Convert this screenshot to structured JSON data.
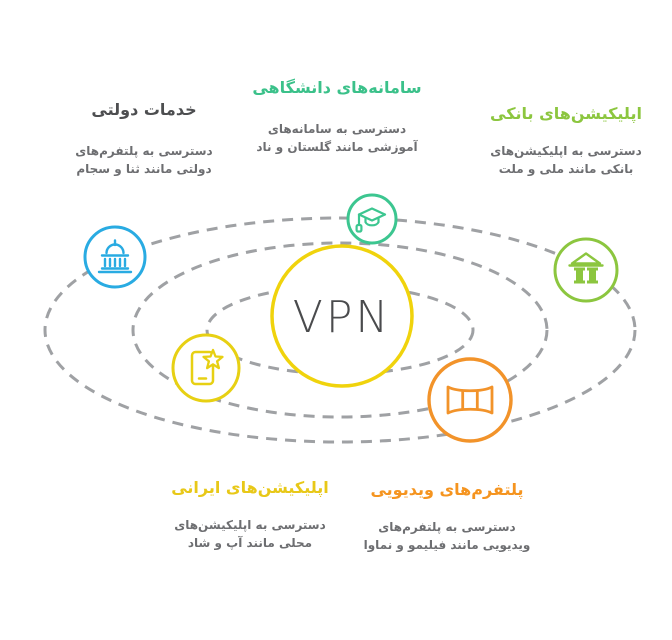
{
  "center": {
    "label": "VPN",
    "circle_color": "#F0D30C",
    "label_color": "#4A4B4D"
  },
  "orbits": {
    "color": "#9FA1A4",
    "style": "dashed"
  },
  "sections": {
    "gov": {
      "title": "خدمات دولتی",
      "line1": "دسترسی به پلتفرم‌های",
      "line2": "دولتی مانند ثنا و سجام",
      "color": "#4D4E50",
      "icon": "government-building-icon",
      "icon_color": "#29ABE2"
    },
    "uni": {
      "title": "سامانه‌های دانشگاهی",
      "line1": "دسترسی به سامانه‌های",
      "line2": "آموزشی مانند گلستان و ناد",
      "color": "#3BC18A",
      "icon": "graduation-cap-icon",
      "icon_color": "#3CC690"
    },
    "bank": {
      "title": "اپلیکیشن‌های بانکی",
      "line1": "دسترسی به اپلیکیشن‌های",
      "line2": "بانکی مانند ملی و ملت",
      "color": "#8CC63F",
      "icon": "bank-icon",
      "icon_color": "#8CC63F"
    },
    "iranian": {
      "title": "اپلیکیشن‌های ایرانی",
      "line1": "دسترسی به اپلیکیشن‌های",
      "line2": "محلی مانند آپ و شاد",
      "color": "#E8C818",
      "icon": "smartphone-star-icon",
      "icon_color": "#E7D013"
    },
    "video": {
      "title": "پلتفرم‌های ویدیویی",
      "line1": "دسترسی به پلتفرم‌های",
      "line2": "ویدیویی مانند فیلیمو و نماوا",
      "color": "#F5941F",
      "icon": "panorama-icon",
      "icon_color": "#F2932A"
    }
  },
  "body_text_color": "#6D6E71"
}
